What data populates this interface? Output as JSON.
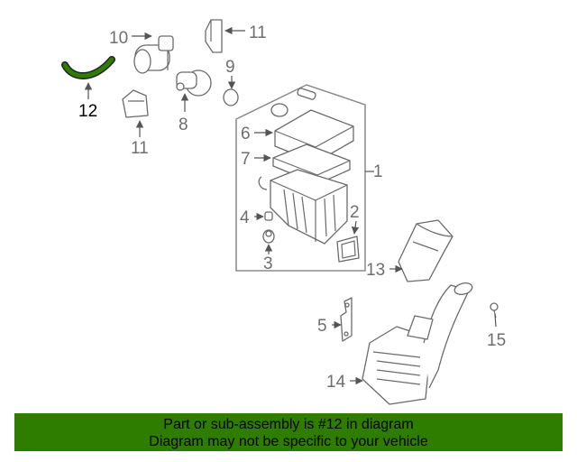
{
  "diagram": {
    "callouts": [
      {
        "id": "1",
        "text": "1"
      },
      {
        "id": "2",
        "text": "2"
      },
      {
        "id": "3",
        "text": "3"
      },
      {
        "id": "4",
        "text": "4"
      },
      {
        "id": "5",
        "text": "5"
      },
      {
        "id": "6",
        "text": "6"
      },
      {
        "id": "7",
        "text": "7"
      },
      {
        "id": "8",
        "text": "8"
      },
      {
        "id": "9",
        "text": "9"
      },
      {
        "id": "10",
        "text": "10"
      },
      {
        "id": "11a",
        "text": "11"
      },
      {
        "id": "11b",
        "text": "11"
      },
      {
        "id": "12",
        "text": "12"
      },
      {
        "id": "13",
        "text": "13"
      },
      {
        "id": "14",
        "text": "14"
      },
      {
        "id": "15",
        "text": "15"
      }
    ],
    "highlight_color": "#2e7d00"
  },
  "banner": {
    "line1": "Part or sub-assembly is #12 in diagram",
    "line2": "Diagram may not be specific to your vehicle",
    "background": "#2e7d00"
  }
}
